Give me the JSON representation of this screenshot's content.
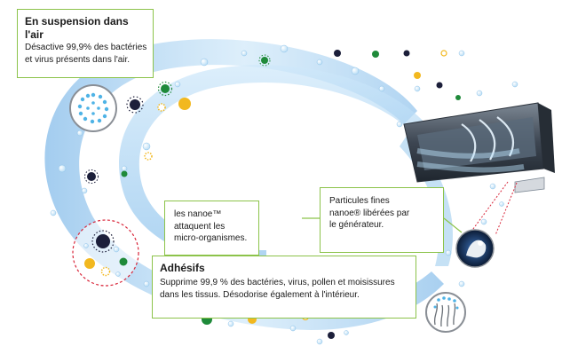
{
  "callouts": {
    "air": {
      "title": "En suspension dans l'air",
      "line1": "Désactive 99,9% des bactéries",
      "line2": "et virus présents dans l'air."
    },
    "attack": {
      "line1": "les nanoe™",
      "line2": "attaquent les",
      "line3": "micro-organismes."
    },
    "particles": {
      "line1": "Particules fines",
      "line2": "nanoe® libérées par",
      "line3": "le générateur."
    },
    "adhesifs": {
      "title": "Adhésifs",
      "line1": "Supprime 99,9 % des bactéries, virus, pollen et moisissures",
      "line2": "dans les tissus. Désodorise également à l'intérieur."
    }
  },
  "icons": {
    "air_unit": "air-conditioner-unit",
    "microbe": "microbe",
    "particle": "nanoe-particle",
    "magnifier_left": "magnified-particle-ring",
    "magnifier_right": "magnified-fabric-fibers"
  },
  "colors": {
    "callout_border": "#8cc34a",
    "swirl": "#8ec3ea",
    "dashed_circle": "#d9263a",
    "microbe_dark": "#1c1f3a",
    "microbe_green": "#1f8a3a",
    "microbe_yellow": "#f2b81f"
  }
}
